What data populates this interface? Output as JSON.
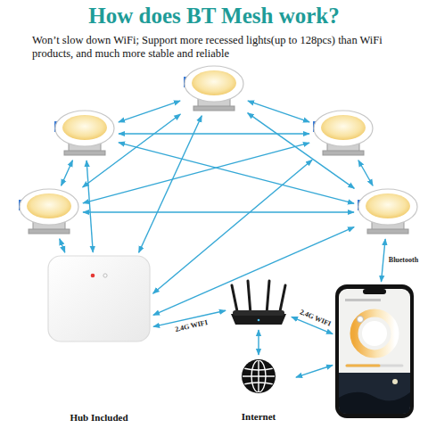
{
  "diagram": {
    "title": "How does BT Mesh work?",
    "nodes": [
      {
        "text": []
      },
      {
        "text": []
      },
      {
        "text": []
      },
      {
        "text": []
      },
      {
        "text": []
      },
      {
        "text": [
          "Hub Included"
        ]
      },
      {
        "text": []
      },
      {
        "text": []
      },
      {
        "text": [
          "Internet"
        ]
      }
    ],
    "edges": [
      {
        "from": 0,
        "to": 1,
        "arrow": "both"
      },
      {
        "from": 0,
        "to": 2,
        "arrow": "both"
      },
      {
        "from": 0,
        "to": 3,
        "arrow": "both"
      },
      {
        "from": 0,
        "to": 4,
        "arrow": "both"
      },
      {
        "from": 1,
        "to": 2,
        "arrow": "both"
      },
      {
        "from": 1,
        "to": 3,
        "arrow": "both"
      },
      {
        "from": 1,
        "to": 4,
        "arrow": "both"
      },
      {
        "from": 2,
        "to": 3,
        "arrow": "both"
      },
      {
        "from": 2,
        "to": 4,
        "arrow": "both"
      },
      {
        "from": 3,
        "to": 4,
        "arrow": "both"
      },
      {
        "from": 0,
        "to": 5,
        "arrow": "both"
      },
      {
        "from": 1,
        "to": 5,
        "arrow": "both"
      },
      {
        "from": 2,
        "to": 5,
        "arrow": "both"
      },
      {
        "from": 3,
        "to": 5,
        "arrow": "both"
      },
      {
        "from": 4,
        "to": 5,
        "arrow": "both"
      },
      {
        "from": 5,
        "to": 6,
        "label": "2.4G WIFI",
        "arrow": "both"
      },
      {
        "from": 6,
        "to": 7,
        "label": "2.4G WIFI",
        "arrow": "both"
      },
      {
        "from": 4,
        "to": 7,
        "label": "Bluetooth",
        "arrow": "both"
      },
      {
        "from": 6,
        "to": 8,
        "arrow": "both"
      },
      {
        "from": 8,
        "to": 7,
        "arrow": "both"
      }
    ],
    "labels": [
      "Won’t slow down WiFi; Support more recessed lights(up to 128pcs) than WiFi products, and much more stable and reliable"
    ]
  }
}
